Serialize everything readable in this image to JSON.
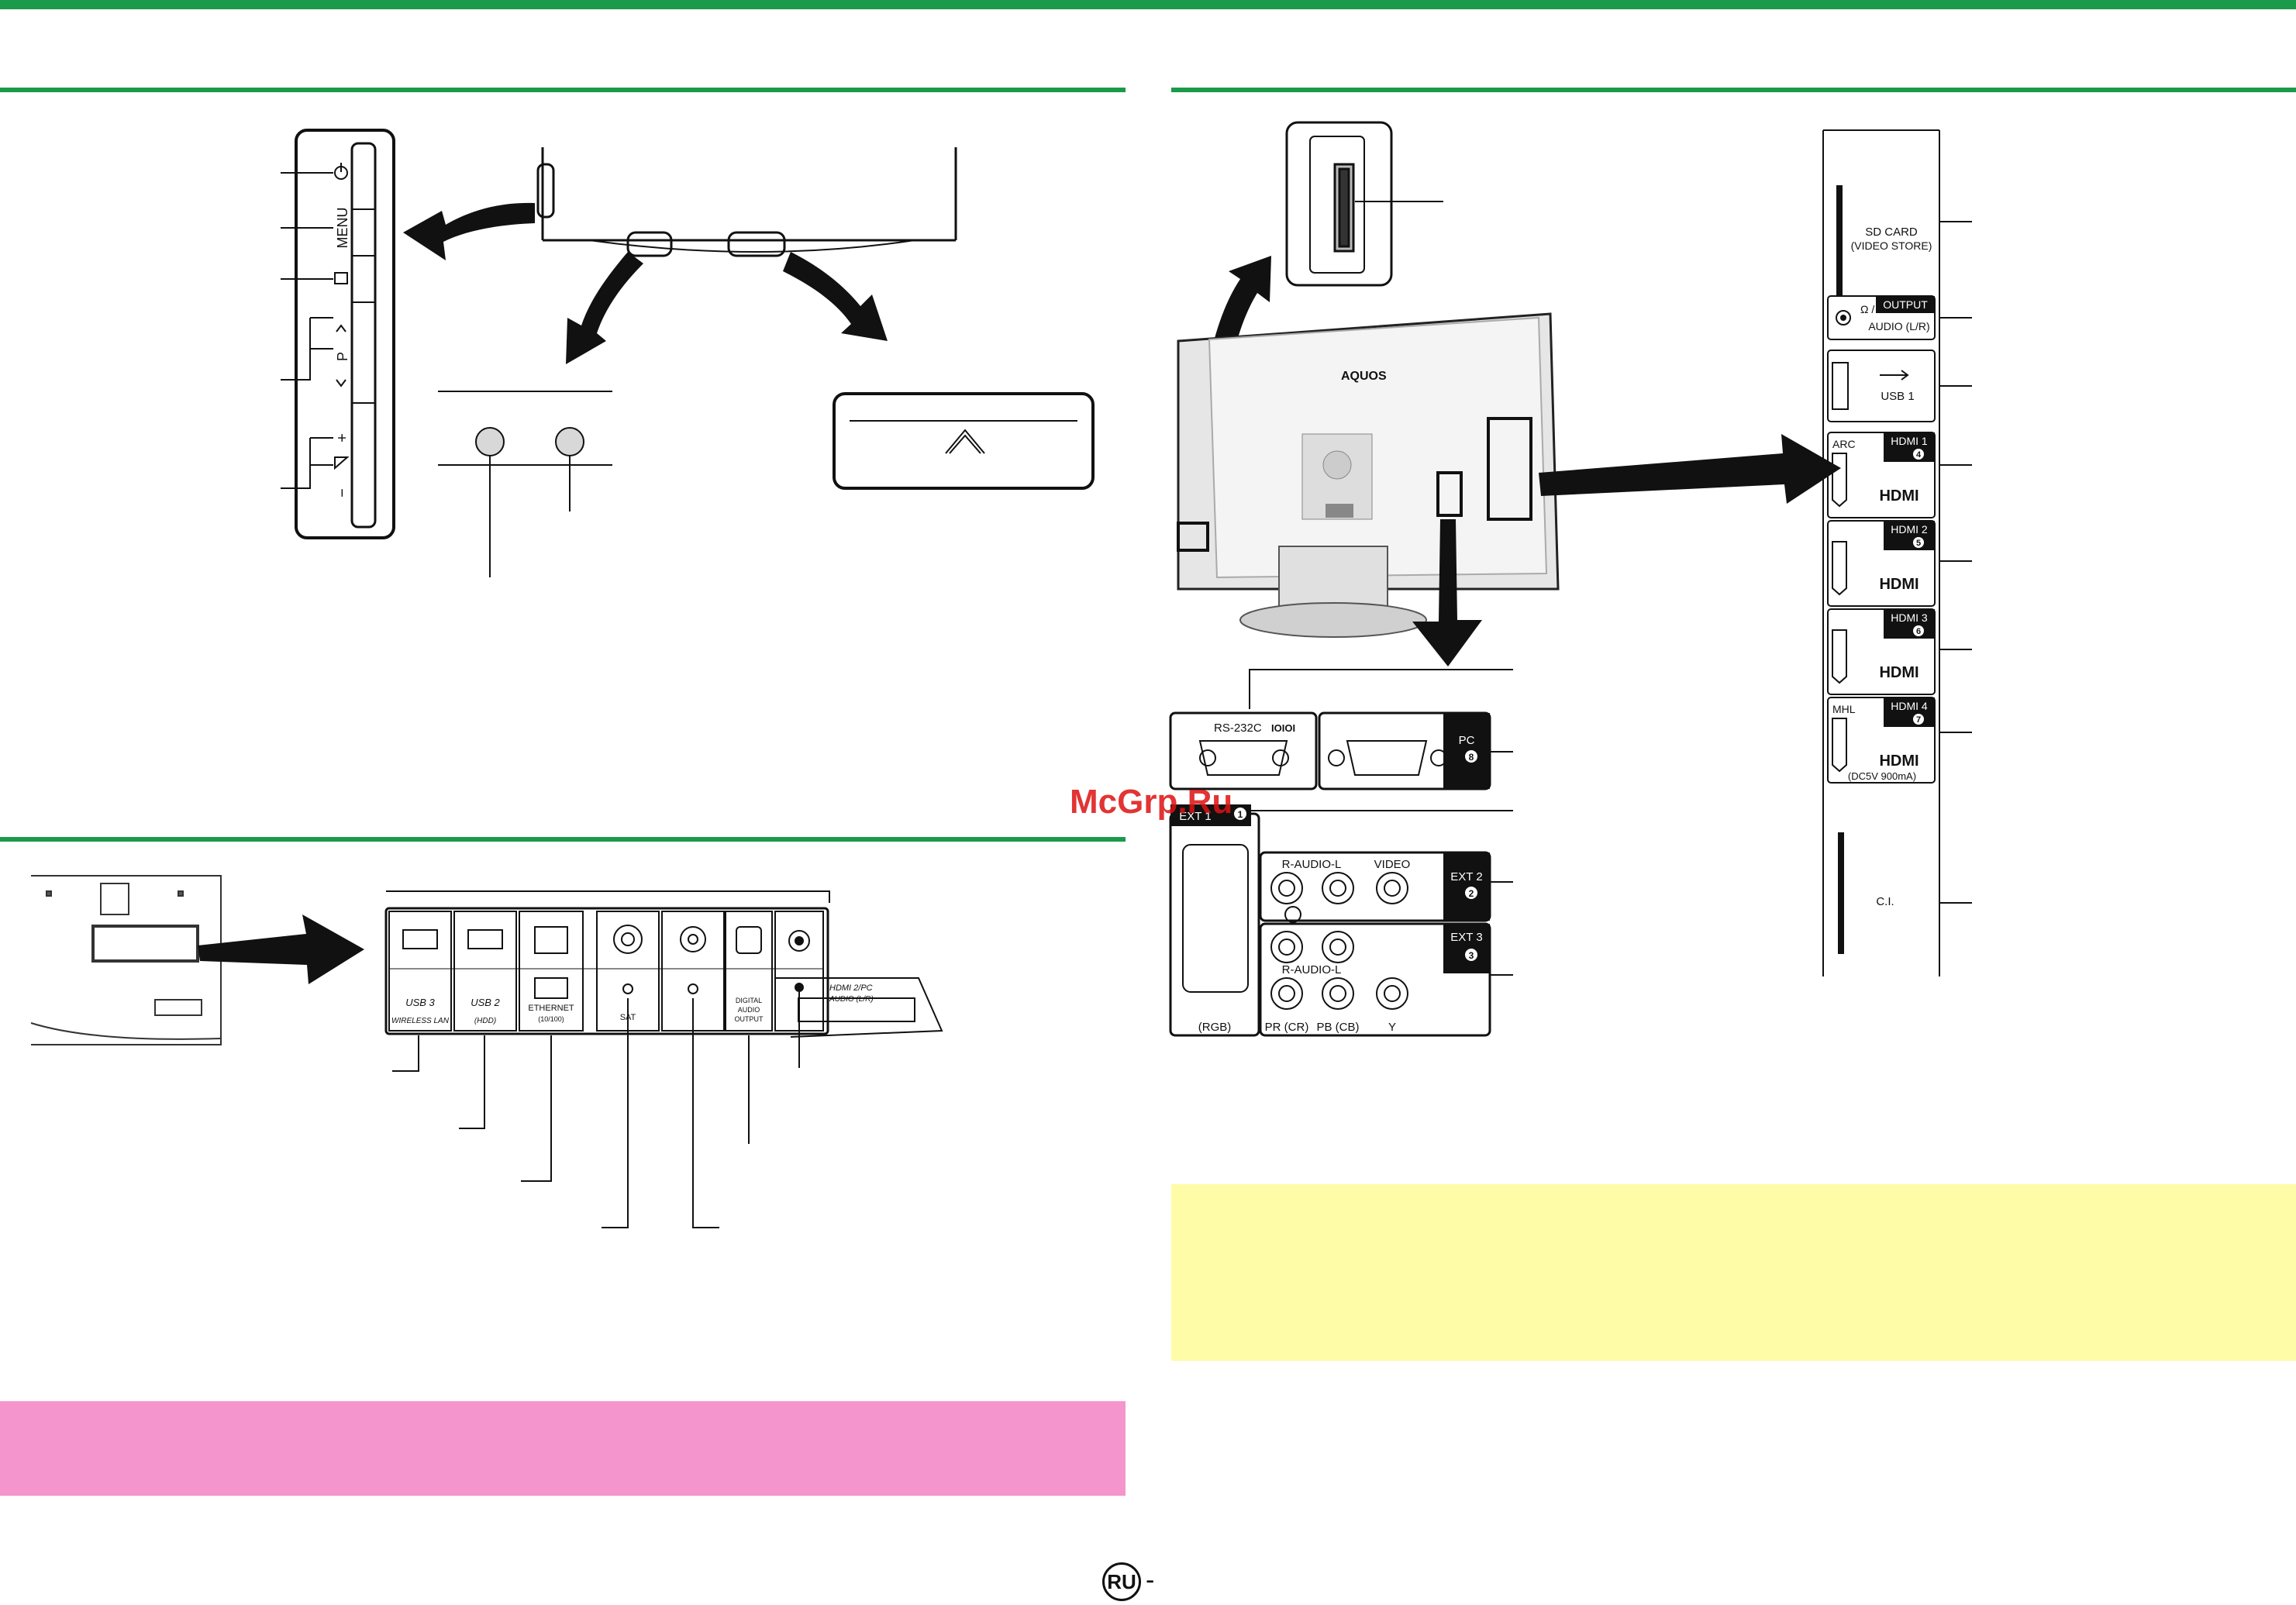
{
  "watermark": "McGrp.Ru",
  "footer": {
    "lang_badge": "RU",
    "dash": "-"
  },
  "front_panel": {
    "menu_label": "MENU",
    "channel_label": "P",
    "plus": "+",
    "minus": "−"
  },
  "tv_back": {
    "logo": "AQUOS"
  },
  "side_panel": [
    {
      "id": "sd",
      "label1": "SD CARD",
      "label2": "(VIDEO STORE)"
    },
    {
      "id": "output",
      "badge": "OUTPUT",
      "label1": "Ω /",
      "label2": "AUDIO (L/R)"
    },
    {
      "id": "usb1",
      "label1": "USB 1"
    },
    {
      "id": "hdmi1",
      "badge": "HDMI 1",
      "num": "4",
      "top_left": "ARC",
      "logo": "HDMI"
    },
    {
      "id": "hdmi2",
      "badge": "HDMI 2",
      "num": "5",
      "logo": "HDMI"
    },
    {
      "id": "hdmi3",
      "badge": "HDMI 3",
      "num": "6",
      "logo": "HDMI"
    },
    {
      "id": "hdmi4",
      "badge": "HDMI 4",
      "num": "7",
      "top_left": "MHL",
      "logo": "HDMI",
      "bottom": "(DC5V 900mA)"
    },
    {
      "id": "ci",
      "label1": "C.I."
    }
  ],
  "rear_panel": {
    "rs232c": "RS-232C",
    "rs232c_icon": "IOIOI",
    "pc_badge": "PC",
    "pc_num": "8",
    "ext1_badge": "EXT 1",
    "ext1_num": "1",
    "rgb": "(RGB)",
    "r_audio_l": "R-AUDIO-L",
    "video": "VIDEO",
    "ext2_badge": "EXT 2",
    "ext2_num": "2",
    "ext3_badge": "EXT 3",
    "ext3_num": "3",
    "r_audio_l_2": "R-AUDIO-L",
    "pr": "PR (CR)",
    "pb": "PB (CB)",
    "y": "Y"
  },
  "bottom_panel": {
    "usb3": "USB 3",
    "usb3_sub": "WIRELESS LAN",
    "usb2": "USB 2",
    "usb2_sub": "(HDD)",
    "ethernet": "ETHERNET",
    "ethernet_sub": "(10/100)",
    "sat": "SAT",
    "digital1": "DIGITAL",
    "digital2": "AUDIO",
    "digital3": "OUTPUT",
    "hdmi2pc": "HDMI 2/PC",
    "hdmi2pc_sub": "AUDIO (L/R)"
  }
}
